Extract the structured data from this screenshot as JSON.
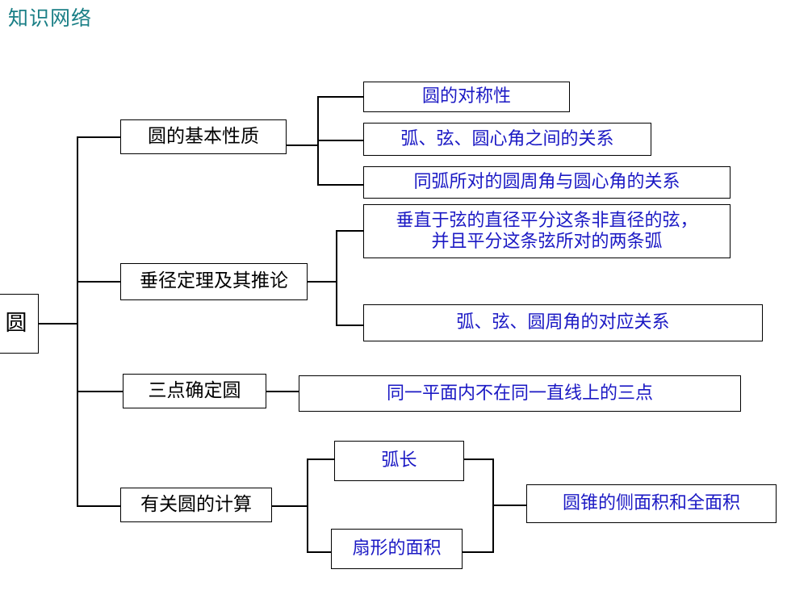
{
  "title": "知识网络",
  "colors": {
    "title": "#1a7f86",
    "node_text_blue": "#1b19c4",
    "node_text_black": "#000000",
    "node_border": "#000000",
    "background": "#ffffff"
  },
  "diagram": {
    "type": "tree",
    "root": {
      "label": "圆",
      "text_color": "black"
    },
    "branches": [
      {
        "label": "圆的基本性质",
        "text_color": "black",
        "children": [
          {
            "label": "圆的对称性",
            "text_color": "blue"
          },
          {
            "label": "弧、弦、圆心角之间的关系",
            "text_color": "blue"
          },
          {
            "label": "同弧所对的圆周角与圆心角的关系",
            "text_color": "blue"
          }
        ]
      },
      {
        "label": "垂径定理及其推论",
        "text_color": "black",
        "children": [
          {
            "label": "垂直于弦的直径平分这条非直径的弦，\n并且平分这条弦所对的两条弧",
            "text_color": "blue"
          },
          {
            "label": "弧、弦、圆周角的对应关系",
            "text_color": "blue"
          }
        ]
      },
      {
        "label": "三点确定圆",
        "text_color": "black",
        "children": [
          {
            "label": "同一平面内不在同一直线上的三点",
            "text_color": "blue"
          }
        ]
      },
      {
        "label": "有关圆的计算",
        "text_color": "black",
        "children": [
          {
            "label": "弧长",
            "text_color": "blue"
          },
          {
            "label": "扇形的面积",
            "text_color": "blue"
          },
          {
            "label": "圆锥的侧面积和全面积",
            "text_color": "blue"
          }
        ]
      }
    ]
  }
}
